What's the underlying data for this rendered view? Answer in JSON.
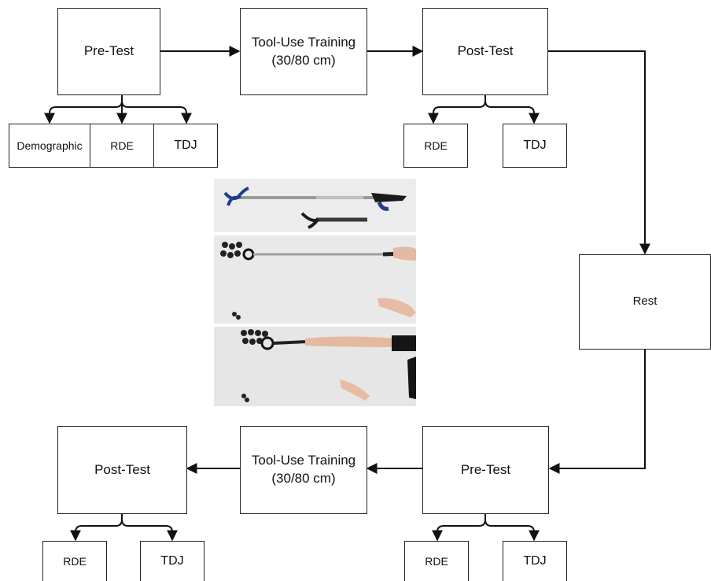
{
  "top_row": {
    "pre_test": "Pre-Test",
    "training": "Tool-Use Training\n(30/80 cm)",
    "post_test": "Post-Test",
    "pre_sub": [
      "Demographic",
      "RDE",
      "TDJ"
    ],
    "post_sub": [
      "RDE",
      "TDJ"
    ]
  },
  "rest": "Rest",
  "bottom_row": {
    "pre_test": "Pre-Test",
    "training": "Tool-Use Training\n(30/80 cm)",
    "post_test": "Post-Test",
    "pre_sub": [
      "RDE",
      "TDJ"
    ],
    "post_sub": [
      "RDE",
      "TDJ"
    ]
  },
  "colors": {
    "line": "#111111",
    "photo_bg": "#e9e9e9",
    "tool_blue": "#1f3d8a"
  }
}
